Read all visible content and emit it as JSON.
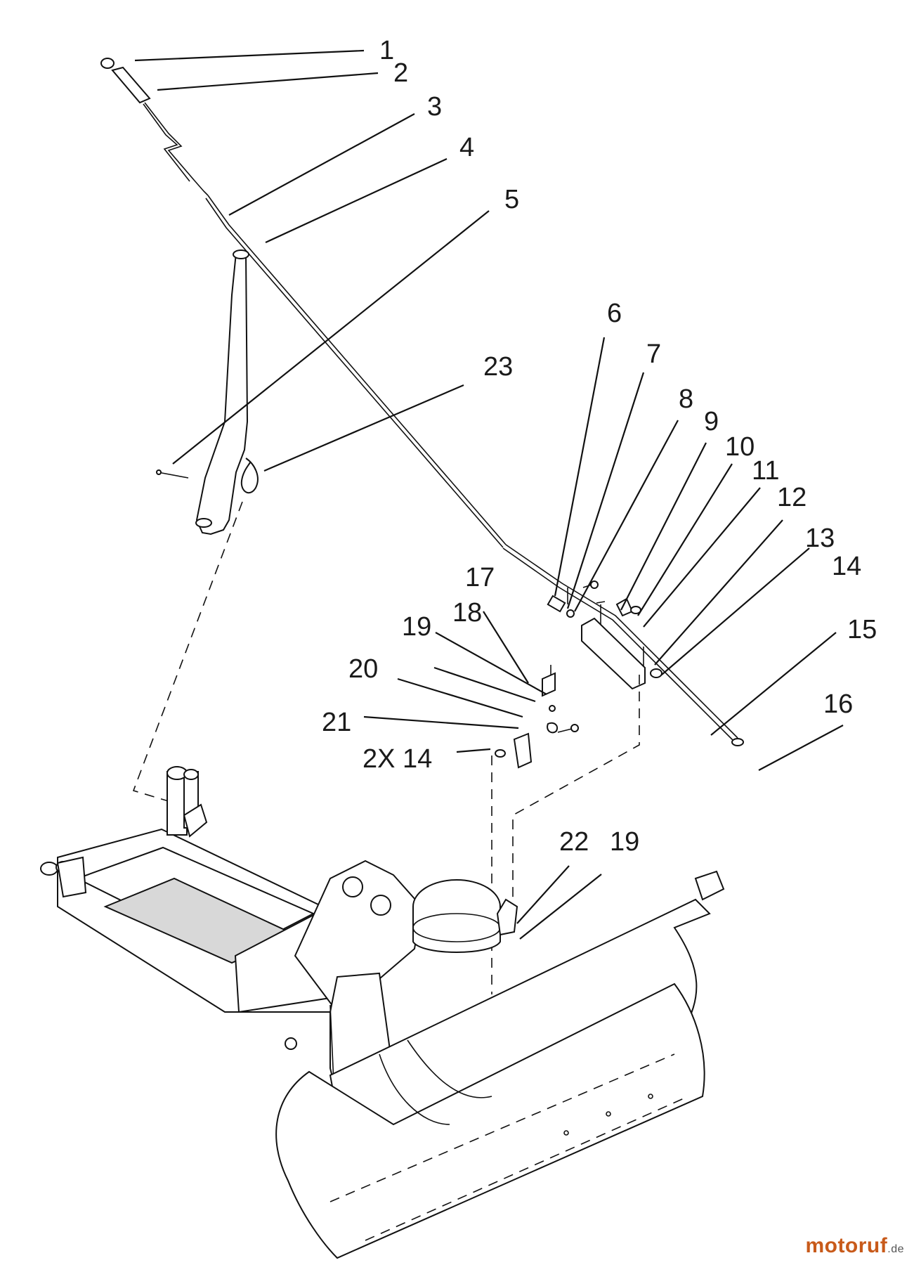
{
  "callouts": {
    "c1": "1",
    "c2": "2",
    "c3": "3",
    "c4": "4",
    "c5": "5",
    "c6": "6",
    "c7": "7",
    "c8": "8",
    "c9": "9",
    "c10": "10",
    "c11": "11",
    "c12": "12",
    "c13": "13",
    "c14": "14",
    "c15": "15",
    "c16": "16",
    "c17": "17",
    "c18": "18",
    "c19": "19",
    "c20": "20",
    "c21": "21",
    "c2x14": "2X 14",
    "c22": "22",
    "c19b": "19",
    "c23": "23"
  },
  "watermark": {
    "brand": "motoruf",
    "suffix": ".de"
  },
  "colors": {
    "ink": "#111111",
    "watermark": "#c85a1a"
  }
}
